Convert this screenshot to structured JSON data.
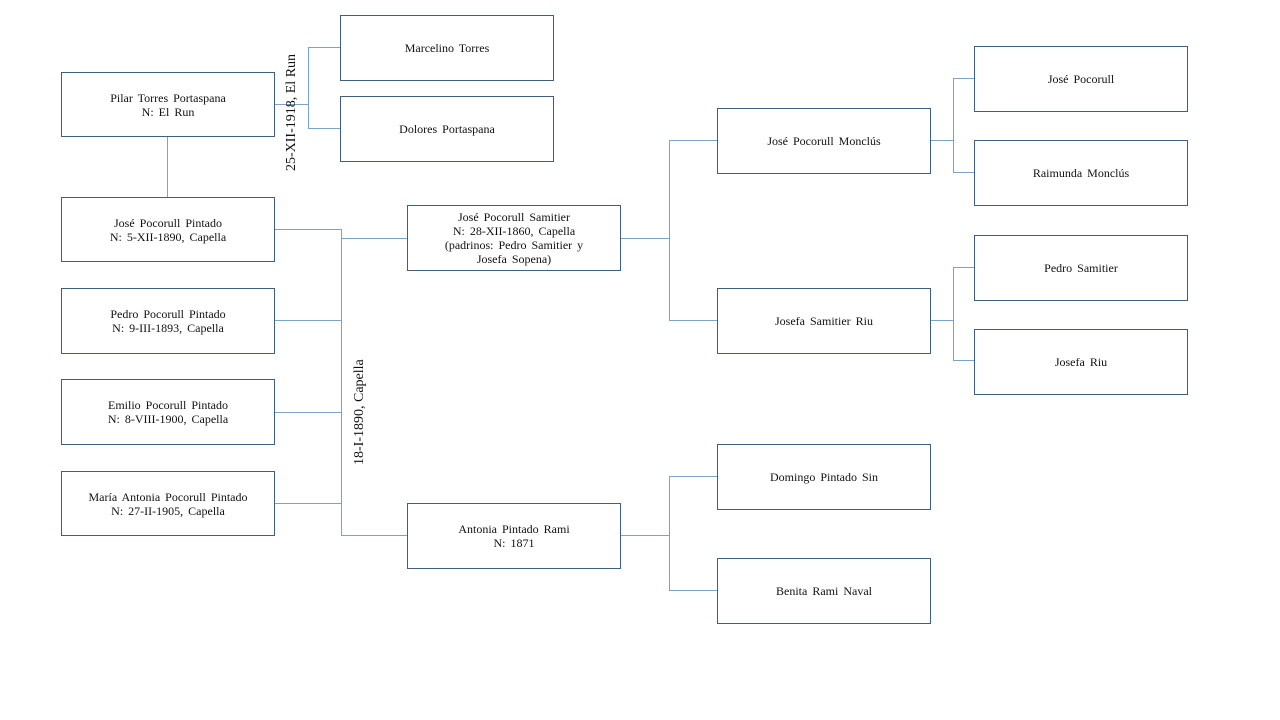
{
  "people": {
    "pilar": [
      "Pilar Torres Portaspana",
      "N: El Run"
    ],
    "marcelino": [
      "Marcelino Torres"
    ],
    "dolores": [
      "Dolores Portaspana"
    ],
    "jose_pintado": [
      "José Pocorull Pintado",
      "N: 5-XII-1890, Capella"
    ],
    "pedro_pintado": [
      "Pedro Pocorull Pintado",
      "N: 9-III-1893, Capella"
    ],
    "emilio_pintado": [
      "Emilio Pocorull Pintado",
      "N: 8-VIII-1900, Capella"
    ],
    "maria_antonia": [
      "María Antonia Pocorull Pintado",
      "N: 27-II-1905, Capella"
    ],
    "jose_samitier": [
      "José Pocorull Samitier",
      "N: 28-XII-1860, Capella",
      "(padrinos: Pedro Samitier y",
      "Josefa Sopena)"
    ],
    "antonia": [
      "Antonia Pintado Rami",
      "N: 1871"
    ],
    "jose_monclus": [
      "José Pocorull Monclús"
    ],
    "josefa_samitier": [
      "Josefa Samitier Riu"
    ],
    "domingo": [
      "Domingo Pintado Sin"
    ],
    "benita": [
      "Benita Rami Naval"
    ],
    "jose_pocorull": [
      "José Pocorull"
    ],
    "raimunda": [
      "Raimunda Monclús"
    ],
    "pedro_samitier": [
      "Pedro Samitier"
    ],
    "josefa_riu": [
      "Josefa Riu"
    ]
  },
  "marriages": {
    "pilar_jose": "25-XII-1918, El Run",
    "jose_antonia": "18-I-1890, Capella"
  },
  "colors": {
    "box_border": "#3f5f7a",
    "connector": "#7aa3c4"
  }
}
